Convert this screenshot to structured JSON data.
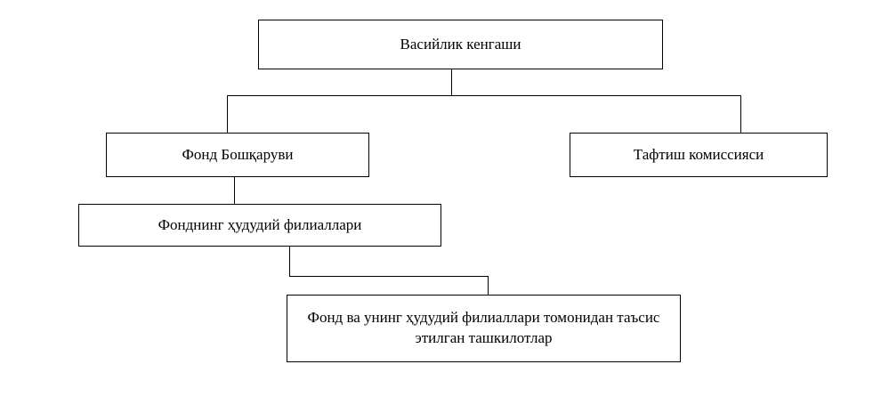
{
  "diagram": {
    "type": "org-chart",
    "colors": {
      "border": "#000000",
      "background": "#ffffff",
      "text": "#000000"
    },
    "nodes": {
      "root": {
        "label": "Васийлик кенгаши"
      },
      "board": {
        "label": "Фонд Бошқаруви"
      },
      "audit": {
        "label": "Тафтиш комиссияси"
      },
      "branches": {
        "label": "Фонднинг ҳудудий филиаллари"
      },
      "organizations": {
        "label": "Фонд ва унинг ҳудудий филиаллари томонидан таъсис этилган ташкилотлар"
      }
    },
    "edges": [
      {
        "from": "root",
        "to": "board"
      },
      {
        "from": "root",
        "to": "audit"
      },
      {
        "from": "board",
        "to": "branches"
      },
      {
        "from": "branches",
        "to": "organizations"
      }
    ]
  }
}
